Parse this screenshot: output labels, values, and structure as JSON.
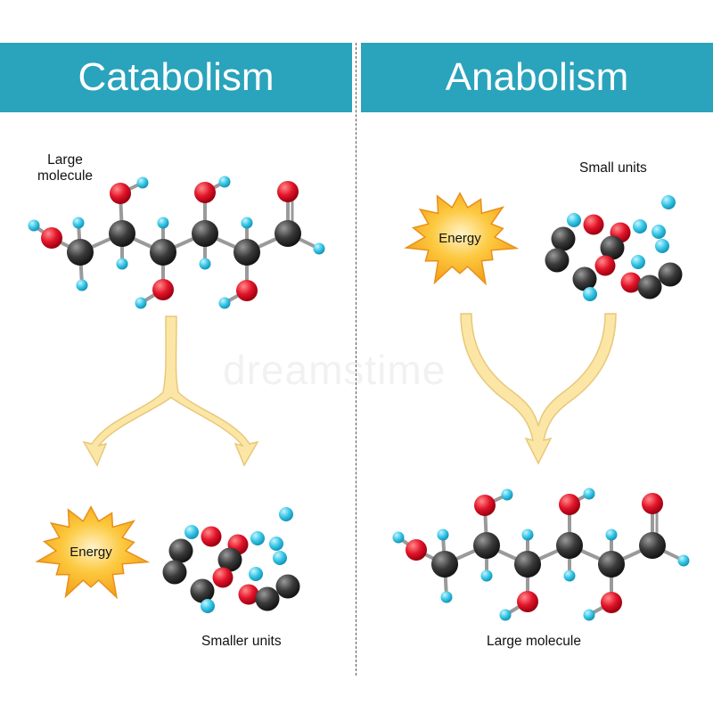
{
  "panels": {
    "left": {
      "title": "Catabolism",
      "top_label": "Large\nmolecule",
      "bottom_label": "Smaller units",
      "energy": "Energy"
    },
    "right": {
      "title": "Anabolism",
      "top_label": "Small units",
      "bottom_label": "Large molecule",
      "energy": "Energy"
    }
  },
  "watermark": "dreamstime",
  "colors": {
    "banner": "#2aa3bc",
    "carbon": "#3a3a3a",
    "oxygen": "#e3142a",
    "hydrogen": "#39c8e8",
    "energy_burst": "#f7a21b",
    "arrow": "#fbe6a6"
  }
}
